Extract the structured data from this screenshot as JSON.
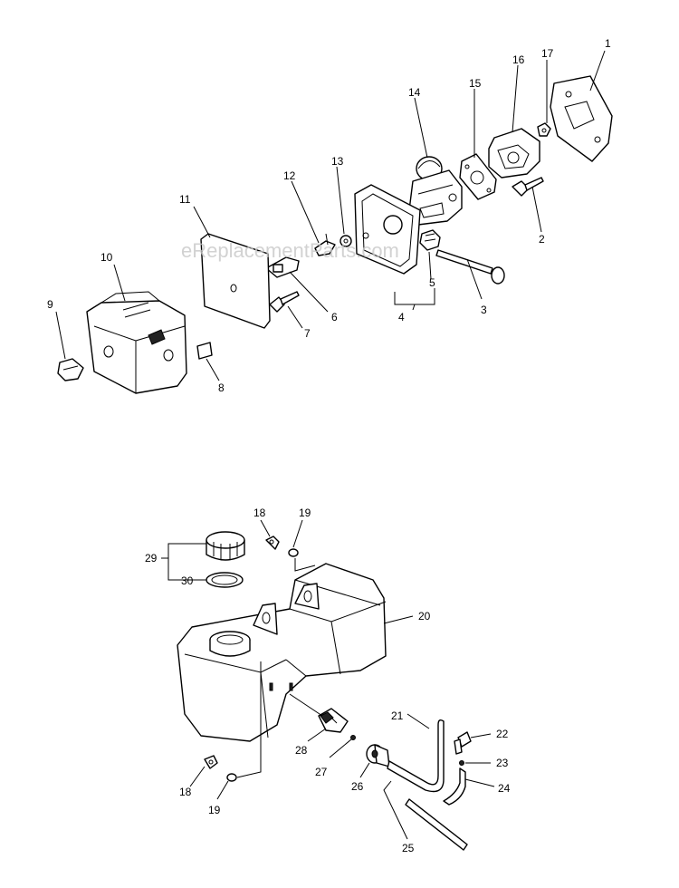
{
  "watermark": "eReplacementParts.com",
  "callouts": {
    "c1": "1",
    "c2": "2",
    "c3": "3",
    "c4": "4",
    "c5": "5",
    "c6": "6",
    "c7": "7",
    "c8": "8",
    "c9": "9",
    "c10": "10",
    "c11": "11",
    "c12": "12",
    "c13": "13",
    "c14": "14",
    "c15": "15",
    "c16": "16",
    "c17": "17",
    "c18a": "18",
    "c19a": "19",
    "c18b": "18",
    "c19b": "19",
    "c20": "20",
    "c21": "21",
    "c22": "22",
    "c23": "23",
    "c24": "24",
    "c25": "25",
    "c26": "26",
    "c27": "27",
    "c28": "28",
    "c29": "29",
    "c30": "30"
  }
}
